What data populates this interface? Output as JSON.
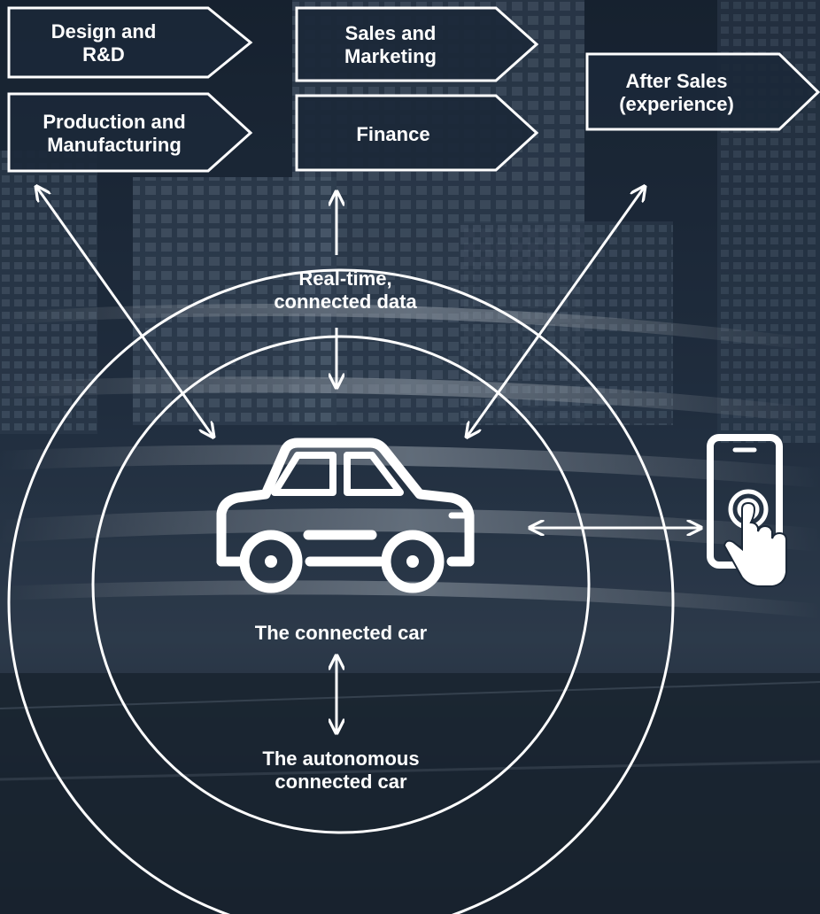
{
  "stages": {
    "design": {
      "line1": "Design and",
      "line2": "R&D"
    },
    "production": {
      "line1": "Production and",
      "line2": "Manufacturing"
    },
    "sales": {
      "line1": "Sales and",
      "line2": "Marketing"
    },
    "finance": {
      "line1": "Finance"
    },
    "after_sales": {
      "line1": "After Sales",
      "line2": "(experience)"
    }
  },
  "hub": {
    "data_line1": "Real-time,",
    "data_line2": "connected data",
    "car_label": "The connected car",
    "autonomous_line1": "The autonomous",
    "autonomous_line2": "connected car"
  },
  "colors": {
    "stroke": "#ffffff",
    "background_dark": "#1c2838",
    "background_mid": "#3a4a5e"
  },
  "icons": [
    "car-icon",
    "smartphone-touch-icon"
  ]
}
